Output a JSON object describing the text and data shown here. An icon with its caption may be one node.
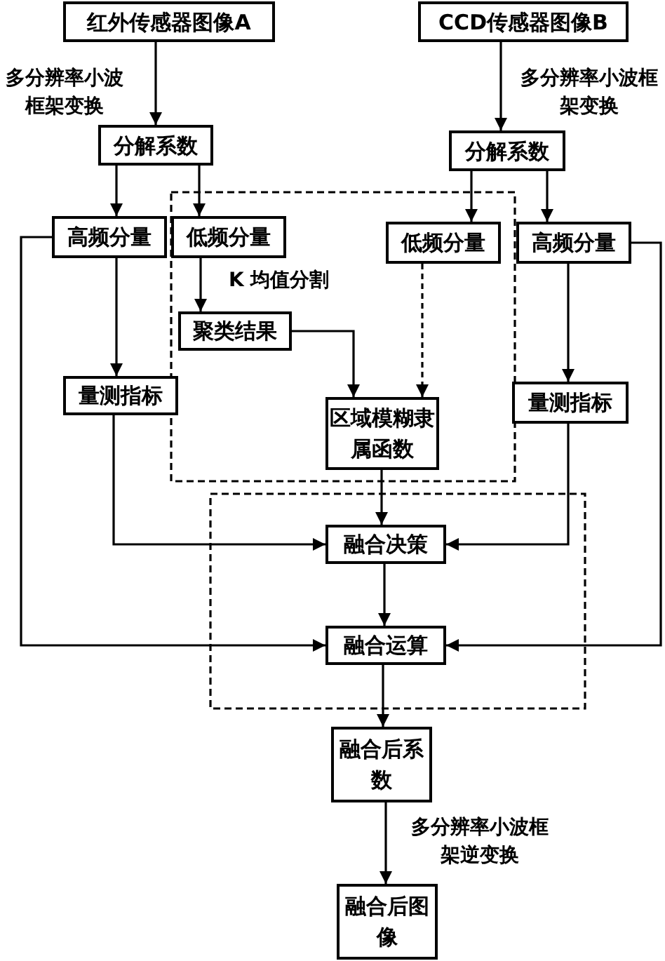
{
  "diagram": {
    "nodes": [
      {
        "text": [
          "红外传感器图像A"
        ]
      },
      {
        "text": [
          "CCD传感器图像B"
        ]
      },
      {
        "text": [
          "分解系数"
        ]
      },
      {
        "text": [
          "分解系数"
        ]
      },
      {
        "text": [
          "高频分量"
        ]
      },
      {
        "text": [
          "低频分量"
        ]
      },
      {
        "text": [
          "低频分量"
        ]
      },
      {
        "text": [
          "高频分量"
        ]
      },
      {
        "text": [
          "聚类结果"
        ]
      },
      {
        "text": [
          "量测指标"
        ]
      },
      {
        "text": [
          "区域模糊隶属函数"
        ]
      },
      {
        "text": [
          "量测指标"
        ]
      },
      {
        "text": [
          "融合决策"
        ]
      },
      {
        "text": [
          "融合运算"
        ]
      },
      {
        "text": [
          "融合后系数"
        ]
      },
      {
        "text": [
          "融合后图像"
        ]
      }
    ],
    "edges": [
      {
        "from": 0,
        "to": 2,
        "arrow": "to",
        "label": "多分辨率小波框架变换"
      },
      {
        "from": 1,
        "to": 3,
        "arrow": "to",
        "label": "多分辨率小波框架变换"
      },
      {
        "from": 2,
        "to": 4,
        "arrow": "to"
      },
      {
        "from": 2,
        "to": 5,
        "arrow": "to"
      },
      {
        "from": 3,
        "to": 6,
        "arrow": "to"
      },
      {
        "from": 3,
        "to": 7,
        "arrow": "to"
      },
      {
        "from": 5,
        "to": 8,
        "arrow": "to",
        "label": "K 均值分割"
      },
      {
        "from": 8,
        "to": 10,
        "arrow": "to"
      },
      {
        "from": 6,
        "to": 10,
        "arrow": "to",
        "style": "dashed"
      },
      {
        "from": 4,
        "to": 9,
        "arrow": "to"
      },
      {
        "from": 7,
        "to": 11,
        "arrow": "to"
      },
      {
        "from": 4,
        "to": 13,
        "arrow": "to"
      },
      {
        "from": 7,
        "to": 13,
        "arrow": "to"
      },
      {
        "from": 9,
        "to": 12,
        "arrow": "to"
      },
      {
        "from": 11,
        "to": 12,
        "arrow": "to"
      },
      {
        "from": 10,
        "to": 12,
        "arrow": "to"
      },
      {
        "from": 12,
        "to": 13,
        "arrow": "to"
      },
      {
        "from": 13,
        "to": 14,
        "arrow": "to"
      },
      {
        "from": 14,
        "to": 15,
        "arrow": "to",
        "label": "多分辨率小波框架逆变换"
      }
    ]
  }
}
